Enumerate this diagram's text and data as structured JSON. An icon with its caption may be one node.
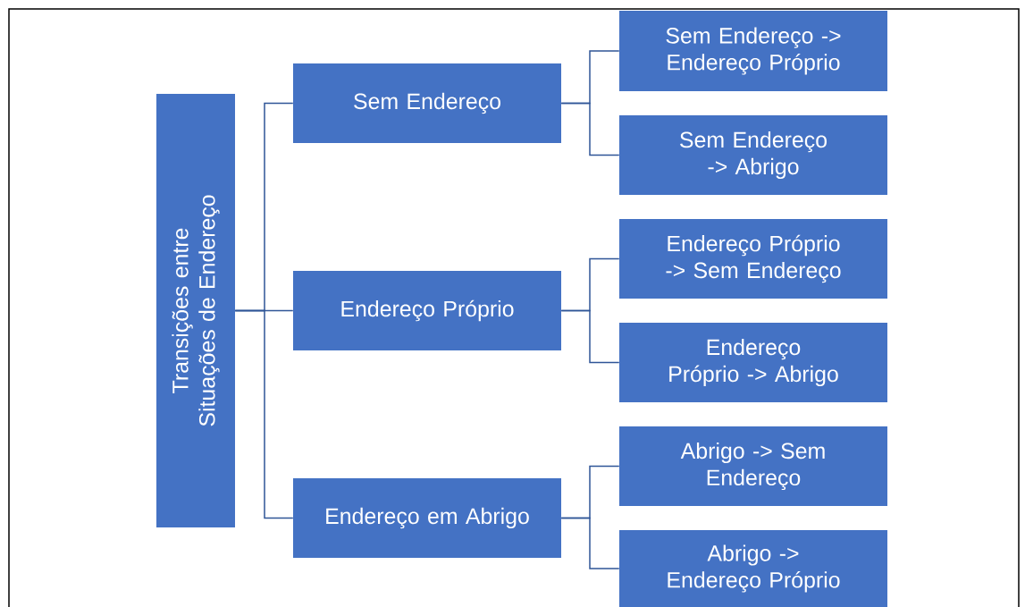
{
  "diagram": {
    "nodes": [
      {
        "text": [
          "Transições entre Situações de Endereço"
        ]
      },
      {
        "text": [
          "Sem Endereço"
        ]
      },
      {
        "text": [
          "Endereço Próprio"
        ]
      },
      {
        "text": [
          "Endereço em Abrigo"
        ]
      },
      {
        "text": [
          "Sem Endereço -> Endereço Próprio"
        ]
      },
      {
        "text": [
          "Sem Endereço -> Abrigo"
        ]
      },
      {
        "text": [
          "Endereço Próprio -> Sem Endereço"
        ]
      },
      {
        "text": [
          "Endereço Próprio -> Abrigo"
        ]
      },
      {
        "text": [
          "Abrigo -> Sem Endereço"
        ]
      },
      {
        "text": [
          "Abrigo -> Endereço Próprio"
        ]
      }
    ],
    "edges": [
      {
        "from": 0,
        "to": 1,
        "arrow": "none"
      },
      {
        "from": 0,
        "to": 2,
        "arrow": "none"
      },
      {
        "from": 0,
        "to": 3,
        "arrow": "none"
      },
      {
        "from": 1,
        "to": 4,
        "arrow": "none"
      },
      {
        "from": 1,
        "to": 5,
        "arrow": "none"
      },
      {
        "from": 2,
        "to": 6,
        "arrow": "none"
      },
      {
        "from": 2,
        "to": 7,
        "arrow": "none"
      },
      {
        "from": 3,
        "to": 8,
        "arrow": "none"
      },
      {
        "from": 3,
        "to": 9,
        "arrow": "none"
      }
    ]
  }
}
